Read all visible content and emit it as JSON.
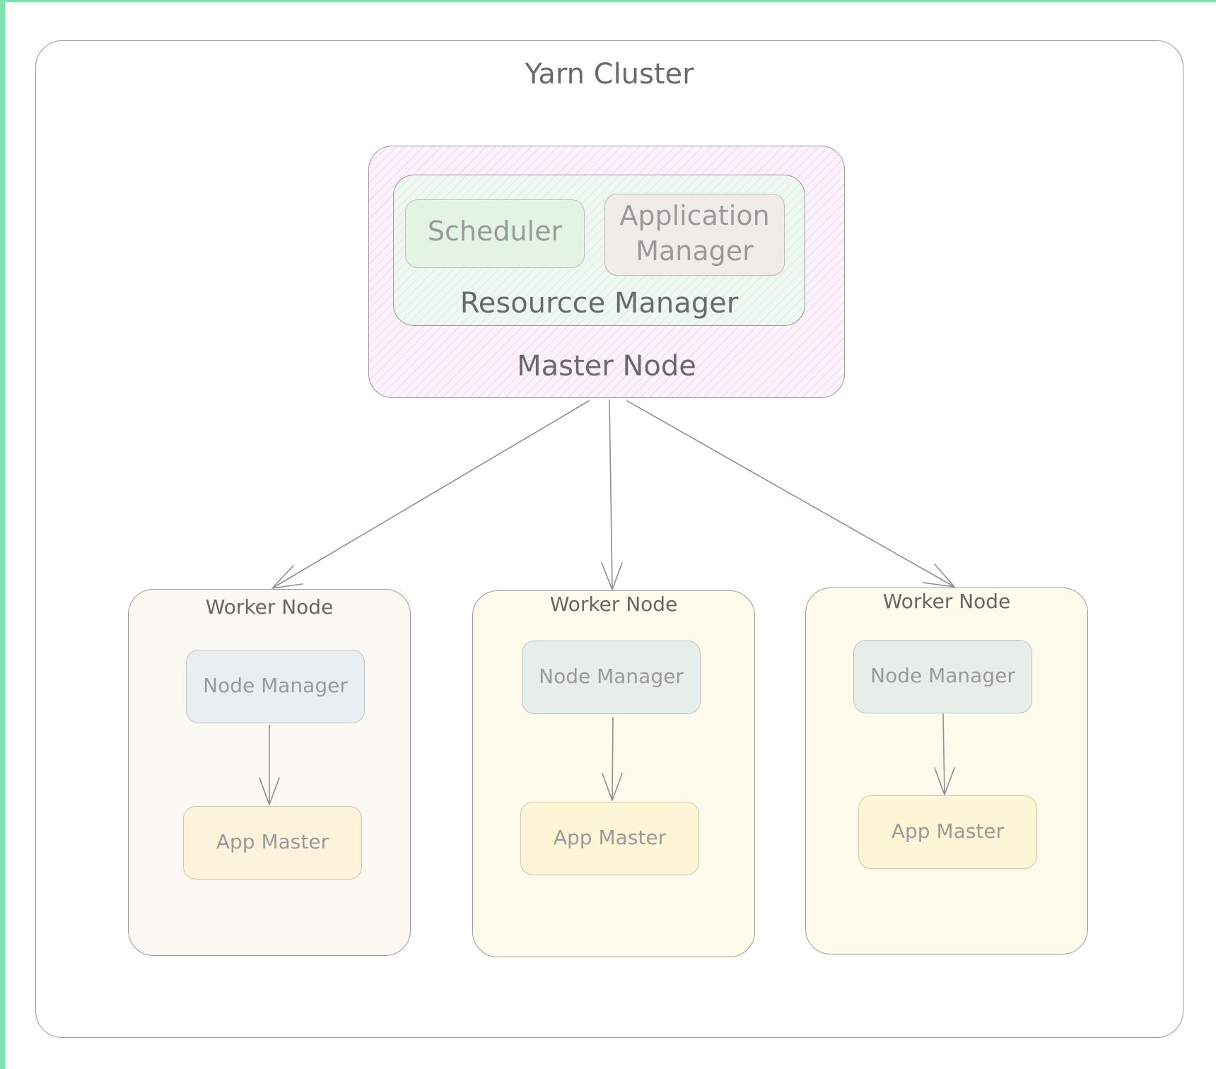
{
  "diagram": {
    "cluster_title": "Yarn Cluster",
    "master": {
      "label": "Master Node",
      "resource_manager": {
        "label": "Resourcce Manager",
        "scheduler": "Scheduler",
        "application_manager": "Application Manager"
      }
    },
    "workers": [
      {
        "title": "Worker Node",
        "node_manager": "Node Manager",
        "app_master": "App Master"
      },
      {
        "title": "Worker Node",
        "node_manager": "Node Manager",
        "app_master": "App Master"
      },
      {
        "title": "Worker Node",
        "node_manager": "Node Manager",
        "app_master": "App Master"
      }
    ],
    "edges": [
      {
        "from": "Master Node",
        "to": "Worker Node 1"
      },
      {
        "from": "Master Node",
        "to": "Worker Node 2"
      },
      {
        "from": "Master Node",
        "to": "Worker Node 3"
      },
      {
        "from": "Node Manager 1",
        "to": "App Master 1"
      },
      {
        "from": "Node Manager 2",
        "to": "App Master 2"
      },
      {
        "from": "Node Manager 3",
        "to": "App Master 3"
      }
    ]
  }
}
